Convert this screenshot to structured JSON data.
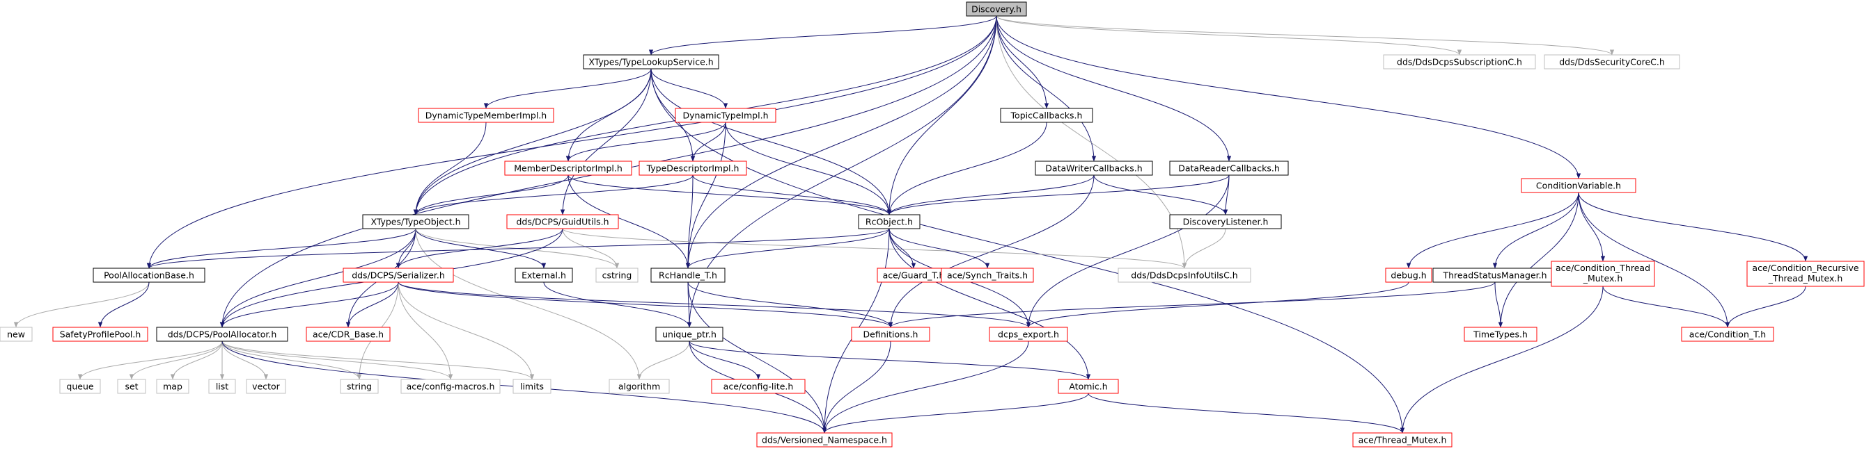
{
  "colors": {
    "edge": "#191970",
    "edge_gray": "#a9a9a9",
    "border_black": "#000000",
    "border_red": "#ff0000",
    "border_gray": "#bfbfbf",
    "root_fill": "#bfbfbf",
    "text": "#000000"
  },
  "nodes": [
    {
      "id": "discovery",
      "label": "Discovery.h",
      "style": "root"
    },
    {
      "id": "typelookup",
      "label": "XTypes/TypeLookupService.h",
      "style": "black"
    },
    {
      "id": "ddssub",
      "label": "dds/DdsDcpsSubscriptionC.h",
      "style": "gray"
    },
    {
      "id": "ddssec",
      "label": "dds/DdsSecurityCoreC.h",
      "style": "gray"
    },
    {
      "id": "dynmember",
      "label": "DynamicTypeMemberImpl.h",
      "style": "red"
    },
    {
      "id": "dyntype",
      "label": "DynamicTypeImpl.h",
      "style": "red"
    },
    {
      "id": "topiccb",
      "label": "TopicCallbacks.h",
      "style": "black"
    },
    {
      "id": "memberdesc",
      "label": "MemberDescriptorImpl.h",
      "style": "red"
    },
    {
      "id": "typedesc",
      "label": "TypeDescriptorImpl.h",
      "style": "red"
    },
    {
      "id": "dwcb",
      "label": "DataWriterCallbacks.h",
      "style": "black"
    },
    {
      "id": "drcb",
      "label": "DataReaderCallbacks.h",
      "style": "black"
    },
    {
      "id": "condvar",
      "label": "ConditionVariable.h",
      "style": "red"
    },
    {
      "id": "typeobject",
      "label": "XTypes/TypeObject.h",
      "style": "black"
    },
    {
      "id": "guidutils",
      "label": "dds/DCPS/GuidUtils.h",
      "style": "red"
    },
    {
      "id": "rcobject",
      "label": "RcObject.h",
      "style": "black"
    },
    {
      "id": "disclistener",
      "label": "DiscoveryListener.h",
      "style": "black"
    },
    {
      "id": "poolalloc",
      "label": "PoolAllocationBase.h",
      "style": "black"
    },
    {
      "id": "serializer",
      "label": "dds/DCPS/Serializer.h",
      "style": "red"
    },
    {
      "id": "cstring",
      "label": "cstring",
      "style": "gray"
    },
    {
      "id": "external",
      "label": "External.h",
      "style": "black"
    },
    {
      "id": "rchandle",
      "label": "RcHandle_T.h",
      "style": "black"
    },
    {
      "id": "guardt",
      "label": "ace/Guard_T.h",
      "style": "red"
    },
    {
      "id": "synchtraits",
      "label": "ace/Synch_Traits.h",
      "style": "red"
    },
    {
      "id": "infoutils",
      "label": "dds/DdsDcpsInfoUtilsC.h",
      "style": "gray"
    },
    {
      "id": "debug",
      "label": "debug.h",
      "style": "red"
    },
    {
      "id": "threadstatus",
      "label": "ThreadStatusManager.h",
      "style": "black"
    },
    {
      "id": "condthreadmutex",
      "label": "ace/Condition_Thread\n_Mutex.h",
      "style": "red"
    },
    {
      "id": "condrecursive",
      "label": "ace/Condition_Recursive\n_Thread_Mutex.h",
      "style": "red"
    },
    {
      "id": "new",
      "label": "new",
      "style": "gray"
    },
    {
      "id": "safetyprofile",
      "label": "SafetyProfilePool.h",
      "style": "red"
    },
    {
      "id": "poolallocator",
      "label": "dds/DCPS/PoolAllocator.h",
      "style": "black"
    },
    {
      "id": "cdrbase",
      "label": "ace/CDR_Base.h",
      "style": "red"
    },
    {
      "id": "uniqueptr",
      "label": "unique_ptr.h",
      "style": "black"
    },
    {
      "id": "definitions",
      "label": "Definitions.h",
      "style": "red"
    },
    {
      "id": "dcpsexport",
      "label": "dcps_export.h",
      "style": "red"
    },
    {
      "id": "timetypes",
      "label": "TimeTypes.h",
      "style": "red"
    },
    {
      "id": "condt",
      "label": "ace/Condition_T.h",
      "style": "red"
    },
    {
      "id": "queue",
      "label": "queue",
      "style": "gray"
    },
    {
      "id": "set",
      "label": "set",
      "style": "gray"
    },
    {
      "id": "map",
      "label": "map",
      "style": "gray"
    },
    {
      "id": "list",
      "label": "list",
      "style": "gray"
    },
    {
      "id": "vector",
      "label": "vector",
      "style": "gray"
    },
    {
      "id": "string",
      "label": "string",
      "style": "gray"
    },
    {
      "id": "configmacros",
      "label": "ace/config-macros.h",
      "style": "gray"
    },
    {
      "id": "limits",
      "label": "limits",
      "style": "gray"
    },
    {
      "id": "algorithm",
      "label": "algorithm",
      "style": "gray"
    },
    {
      "id": "configlite",
      "label": "ace/config-lite.h",
      "style": "red"
    },
    {
      "id": "atomic",
      "label": "Atomic.h",
      "style": "red"
    },
    {
      "id": "versionedns",
      "label": "dds/Versioned_Namespace.h",
      "style": "red"
    },
    {
      "id": "threadmutex",
      "label": "ace/Thread_Mutex.h",
      "style": "red"
    }
  ],
  "edges": [
    [
      "discovery",
      "typelookup"
    ],
    [
      "discovery",
      "ddssub"
    ],
    [
      "discovery",
      "ddssec"
    ],
    [
      "discovery",
      "topiccb"
    ],
    [
      "discovery",
      "dwcb"
    ],
    [
      "discovery",
      "drcb"
    ],
    [
      "discovery",
      "condvar"
    ],
    [
      "discovery",
      "typeobject"
    ],
    [
      "discovery",
      "rcobject"
    ],
    [
      "discovery",
      "poolalloc"
    ],
    [
      "discovery",
      "rchandle"
    ],
    [
      "discovery",
      "infoutils"
    ],
    [
      "discovery",
      "poolallocator"
    ],
    [
      "discovery",
      "uniqueptr"
    ],
    [
      "typelookup",
      "dynmember"
    ],
    [
      "typelookup",
      "dyntype"
    ],
    [
      "typelookup",
      "memberdesc"
    ],
    [
      "typelookup",
      "typedesc"
    ],
    [
      "typelookup",
      "typeobject"
    ],
    [
      "typelookup",
      "guidutils"
    ],
    [
      "typelookup",
      "rcobject"
    ],
    [
      "typelookup",
      "threadmutex"
    ],
    [
      "dynmember",
      "typeobject"
    ],
    [
      "dyntype",
      "memberdesc"
    ],
    [
      "dyntype",
      "typedesc"
    ],
    [
      "dyntype",
      "rcobject"
    ],
    [
      "dyntype",
      "rchandle"
    ],
    [
      "topiccb",
      "rcobject"
    ],
    [
      "memberdesc",
      "typeobject"
    ],
    [
      "memberdesc",
      "rcobject"
    ],
    [
      "memberdesc",
      "rchandle"
    ],
    [
      "typedesc",
      "typeobject"
    ],
    [
      "typedesc",
      "rcobject"
    ],
    [
      "typedesc",
      "rchandle"
    ],
    [
      "dwcb",
      "rcobject"
    ],
    [
      "dwcb",
      "disclistener"
    ],
    [
      "dwcb",
      "definitions"
    ],
    [
      "drcb",
      "rcobject"
    ],
    [
      "drcb",
      "disclistener"
    ],
    [
      "drcb",
      "dcpsexport"
    ],
    [
      "condvar",
      "debug"
    ],
    [
      "condvar",
      "threadstatus"
    ],
    [
      "condvar",
      "condthreadmutex"
    ],
    [
      "condvar",
      "condrecursive"
    ],
    [
      "condvar",
      "timetypes"
    ],
    [
      "condvar",
      "condt"
    ],
    [
      "typeobject",
      "poolalloc"
    ],
    [
      "typeobject",
      "serializer"
    ],
    [
      "typeobject",
      "cstring"
    ],
    [
      "typeobject",
      "external"
    ],
    [
      "typeobject",
      "poolallocator"
    ],
    [
      "typeobject",
      "cdrbase"
    ],
    [
      "typeobject",
      "algorithm"
    ],
    [
      "guidutils",
      "serializer"
    ],
    [
      "guidutils",
      "cstring"
    ],
    [
      "guidutils",
      "poolallocator"
    ],
    [
      "guidutils",
      "infoutils"
    ],
    [
      "rcobject",
      "poolalloc"
    ],
    [
      "rcobject",
      "rchandle"
    ],
    [
      "rcobject",
      "guardt"
    ],
    [
      "rcobject",
      "synchtraits"
    ],
    [
      "rcobject",
      "dcpsexport"
    ],
    [
      "rcobject",
      "atomic"
    ],
    [
      "rcobject",
      "versionedns"
    ],
    [
      "disclistener",
      "infoutils"
    ],
    [
      "poolalloc",
      "new"
    ],
    [
      "poolalloc",
      "safetyprofile"
    ],
    [
      "serializer",
      "poolallocator"
    ],
    [
      "serializer",
      "cdrbase"
    ],
    [
      "serializer",
      "string"
    ],
    [
      "serializer",
      "configmacros"
    ],
    [
      "serializer",
      "limits"
    ],
    [
      "serializer",
      "definitions"
    ],
    [
      "serializer",
      "dcpsexport"
    ],
    [
      "external",
      "uniqueptr"
    ],
    [
      "rchandle",
      "uniqueptr"
    ],
    [
      "rchandle",
      "definitions"
    ],
    [
      "rchandle",
      "versionedns"
    ],
    [
      "debug",
      "dcpsexport"
    ],
    [
      "threadstatus",
      "definitions"
    ],
    [
      "threadstatus",
      "timetypes"
    ],
    [
      "condthreadmutex",
      "condt"
    ],
    [
      "condthreadmutex",
      "threadmutex"
    ],
    [
      "condrecursive",
      "condt"
    ],
    [
      "poolallocator",
      "queue"
    ],
    [
      "poolallocator",
      "set"
    ],
    [
      "poolallocator",
      "map"
    ],
    [
      "poolallocator",
      "list"
    ],
    [
      "poolallocator",
      "vector"
    ],
    [
      "poolallocator",
      "string"
    ],
    [
      "poolallocator",
      "configmacros"
    ],
    [
      "poolallocator",
      "limits"
    ],
    [
      "poolallocator",
      "versionedns"
    ],
    [
      "uniqueptr",
      "algorithm"
    ],
    [
      "uniqueptr",
      "configlite"
    ],
    [
      "uniqueptr",
      "atomic"
    ],
    [
      "uniqueptr",
      "versionedns"
    ],
    [
      "definitions",
      "versionedns"
    ],
    [
      "dcpsexport",
      "versionedns"
    ],
    [
      "atomic",
      "versionedns"
    ],
    [
      "atomic",
      "threadmutex"
    ]
  ]
}
